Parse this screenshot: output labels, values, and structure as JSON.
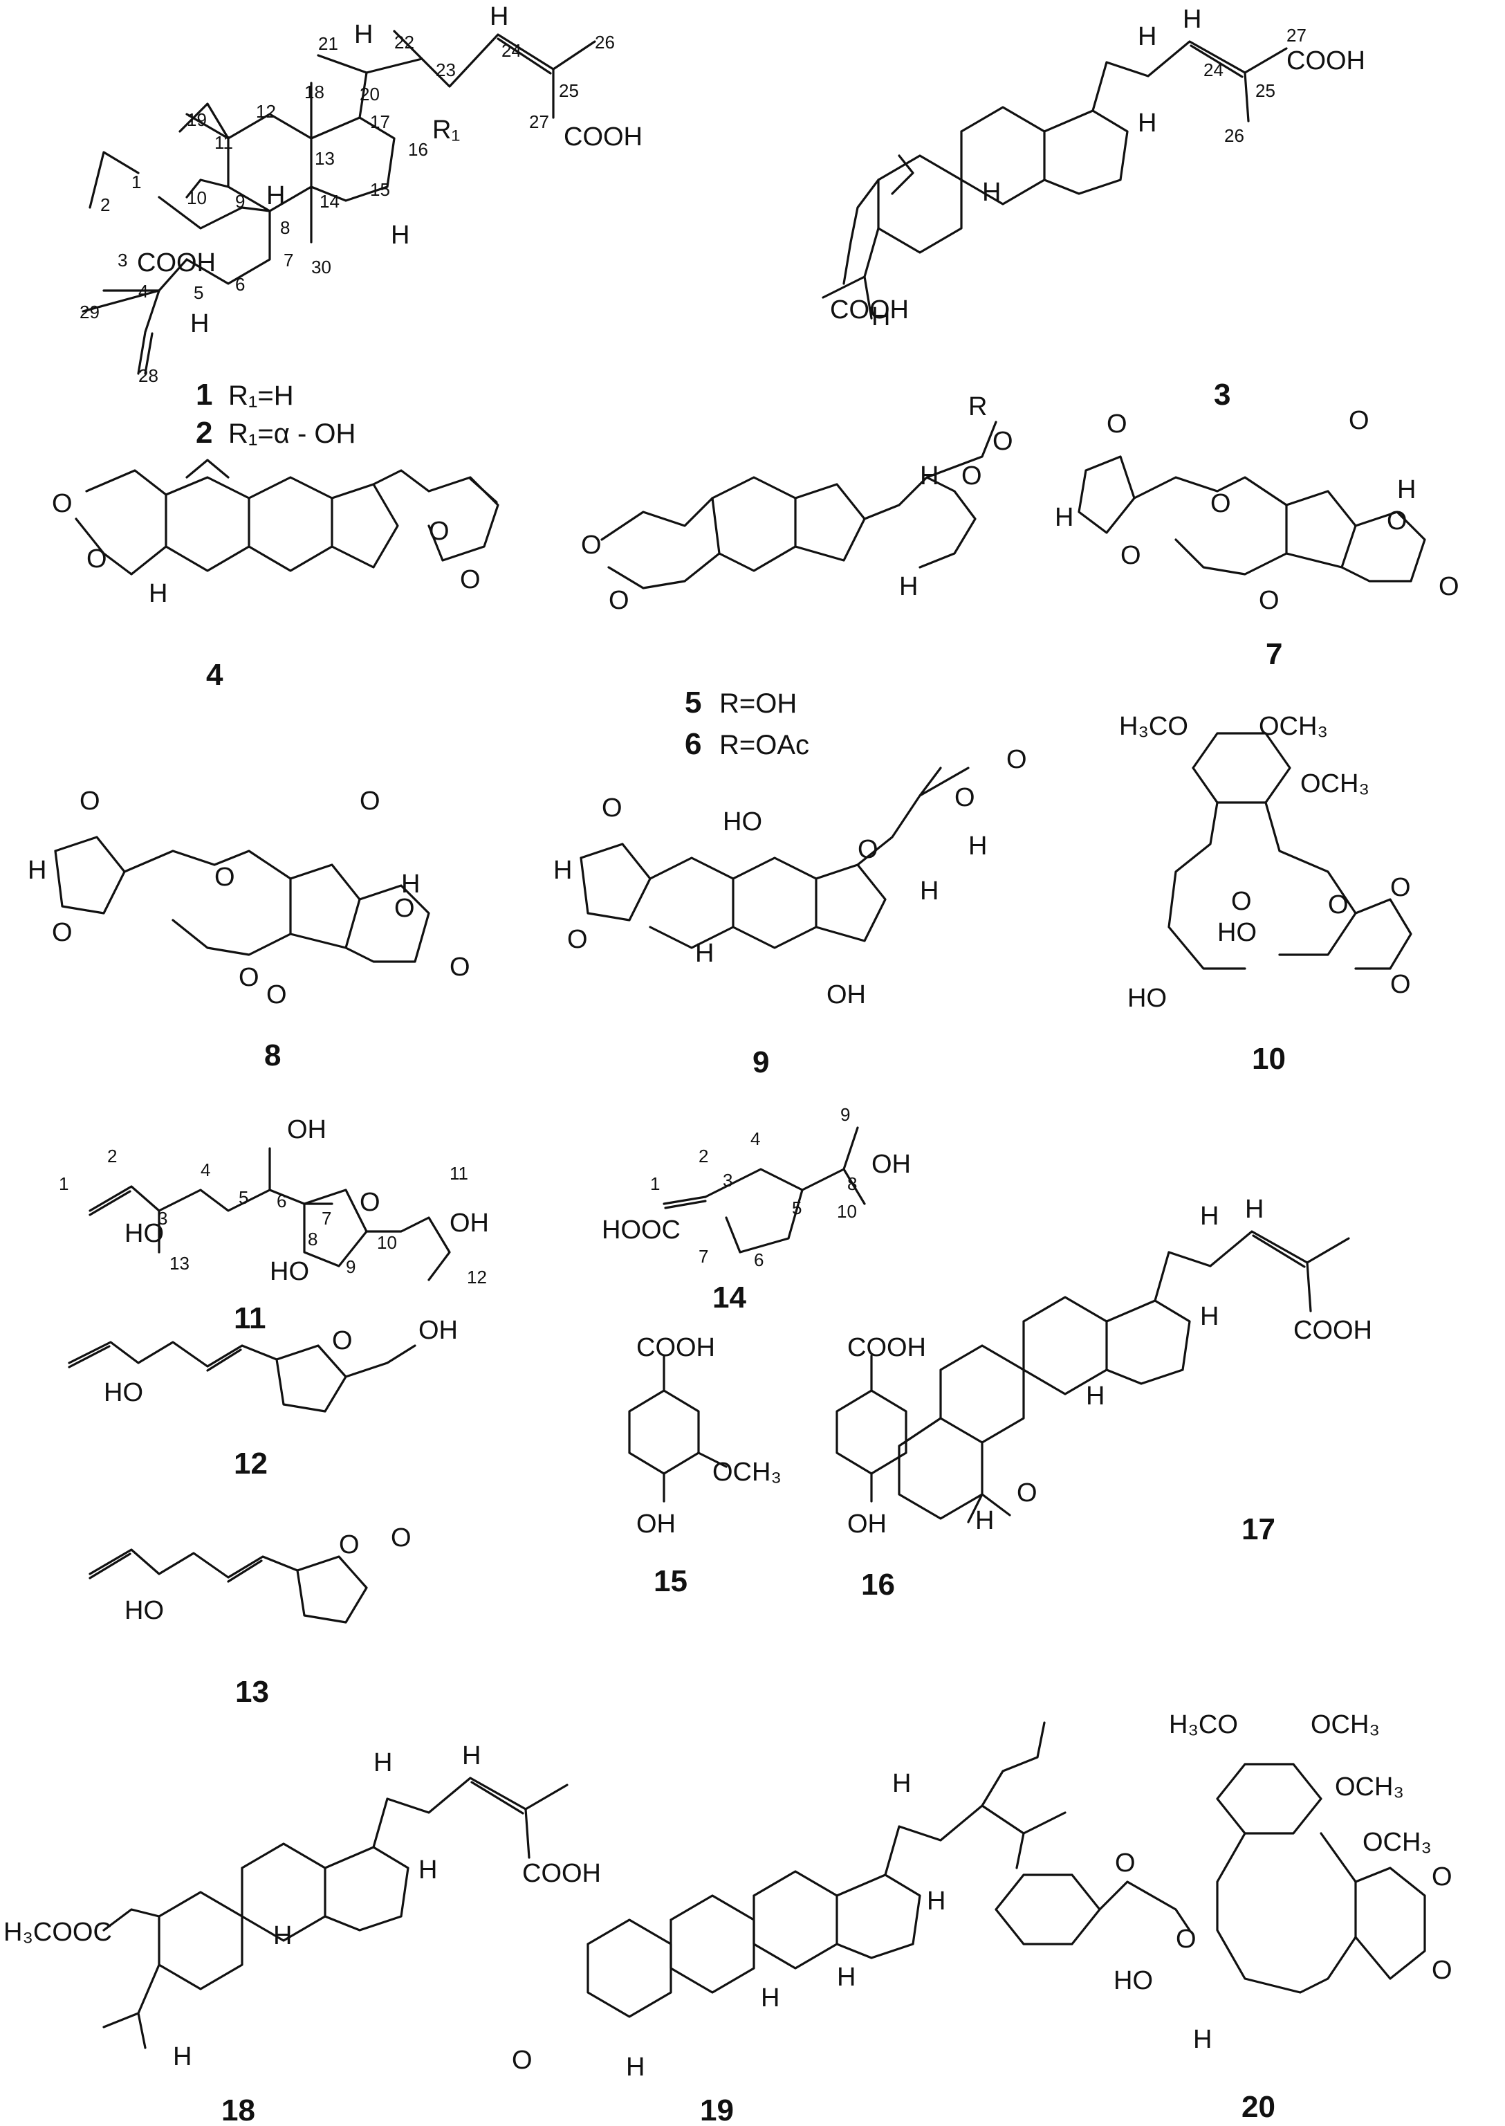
{
  "compounds": [
    {
      "id": "1",
      "label": "1",
      "substituent": "R₁=H"
    },
    {
      "id": "2",
      "label": "2",
      "substituent": "R₁=α - OH"
    },
    {
      "id": "3",
      "label": "3"
    },
    {
      "id": "4",
      "label": "4"
    },
    {
      "id": "5",
      "label": "5",
      "substituent": "R=OH"
    },
    {
      "id": "6",
      "label": "6",
      "substituent": "R=OAc"
    },
    {
      "id": "7",
      "label": "7"
    },
    {
      "id": "8",
      "label": "8"
    },
    {
      "id": "9",
      "label": "9"
    },
    {
      "id": "10",
      "label": "10"
    },
    {
      "id": "11",
      "label": "11"
    },
    {
      "id": "12",
      "label": "12"
    },
    {
      "id": "13",
      "label": "13"
    },
    {
      "id": "14",
      "label": "14"
    },
    {
      "id": "15",
      "label": "15"
    },
    {
      "id": "16",
      "label": "16"
    },
    {
      "id": "17",
      "label": "17"
    },
    {
      "id": "18",
      "label": "18"
    },
    {
      "id": "19",
      "label": "19"
    },
    {
      "id": "20",
      "label": "20"
    }
  ],
  "atoms": {
    "cooh": "COOH",
    "hooc": "HOOC",
    "oh": "OH",
    "ho": "HO",
    "h": "H",
    "o": "O",
    "r": "R",
    "r1": "R₁",
    "och3": "OCH₃",
    "h3co": "H₃CO",
    "h3cooc": "H₃COOC"
  },
  "atom_numbers_1": [
    "1",
    "2",
    "3",
    "4",
    "5",
    "6",
    "7",
    "8",
    "9",
    "10",
    "11",
    "12",
    "13",
    "14",
    "15",
    "16",
    "17",
    "18",
    "19",
    "20",
    "21",
    "22",
    "23",
    "24",
    "25",
    "26",
    "27",
    "28",
    "29",
    "30"
  ],
  "atom_numbers_3": [
    "24",
    "25",
    "26",
    "27"
  ],
  "atom_numbers_11": [
    "1",
    "2",
    "3",
    "4",
    "5",
    "6",
    "7",
    "8",
    "9",
    "10",
    "11",
    "12",
    "13"
  ],
  "atom_numbers_14": [
    "1",
    "2",
    "3",
    "4",
    "5",
    "6",
    "7",
    "8",
    "9",
    "10"
  ]
}
